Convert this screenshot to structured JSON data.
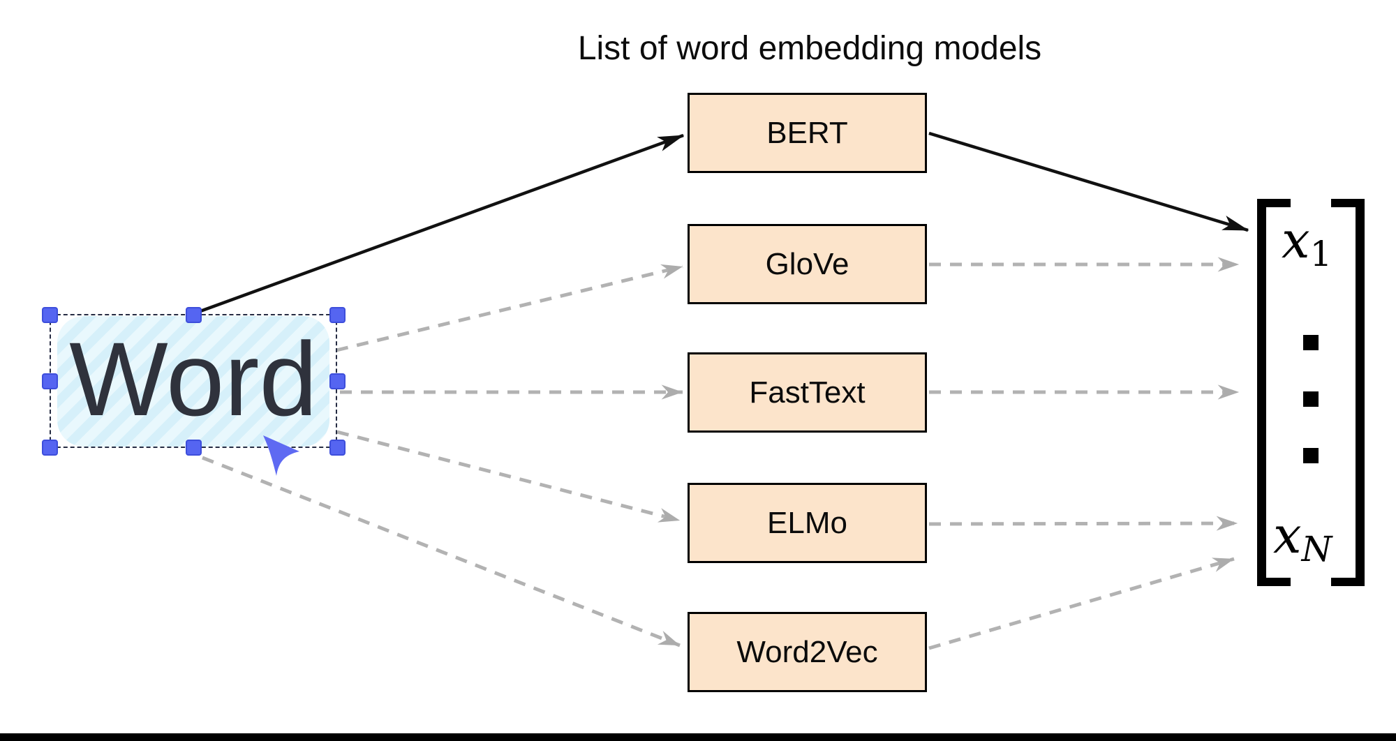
{
  "title": "List of word embedding models",
  "word_node": {
    "label": "Word"
  },
  "models": [
    {
      "label": "BERT"
    },
    {
      "label": "GloVe"
    },
    {
      "label": "FastText"
    },
    {
      "label": "ELMo"
    },
    {
      "label": "Word2Vec"
    }
  ],
  "vector": {
    "x1": {
      "base": "x",
      "sub": "1"
    },
    "xN": {
      "base": "x",
      "sub": "N"
    },
    "ellipsis_dots": 3
  },
  "colors": {
    "model_box_fill": "#FCE4CB",
    "model_box_border": "#000000",
    "dashed_connector": "#B2B2B2",
    "solid_connector": "#111111",
    "selection_handle": "#5565F1",
    "selection_border": "#262C43",
    "word_node_fill": "#E9F8FD",
    "word_text": "#2F323C",
    "cursor": "#5E6AF2"
  }
}
